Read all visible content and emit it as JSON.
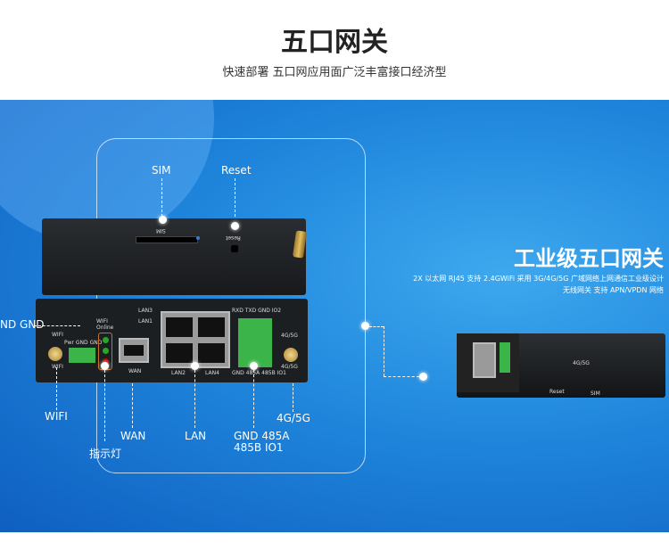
{
  "header": {
    "title": "五口网关",
    "subtitle": "快速部署 五口网应用面广泛丰富接口经济型"
  },
  "callouts": {
    "sim": "SIM",
    "reset": "Reset",
    "gnd": "ND GND",
    "wifi": "WIFI",
    "indicator": "指示灯",
    "wan": "WAN",
    "lan": "LAN",
    "io_line1": "GND 485A",
    "io_line2": "485B IO1",
    "cellular": "4G/5G"
  },
  "device_labels": {
    "sim": "SIM",
    "reset": "Reset",
    "lan3": "LAN3",
    "lan1": "LAN1",
    "lan2": "LAN2",
    "lan4": "LAN4",
    "wan": "WAN",
    "wifi_top": "WIFI",
    "wifi_bottom": "WIFI",
    "power_pins": "Pwr GND GND",
    "led_labels": "WIFI Online",
    "io_top": "RXD TXD GND IO2",
    "io_bottom": "GND 485A 485B IO1",
    "ant_top": "4G/5G",
    "ant_bottom": "4G/5G"
  },
  "feature": {
    "title": "工业级五口网关",
    "desc_line1": "2X 以太网 RJ45 支持 2.4GWiFi 采用 3G/4G/5G 广域网络上网通信工业级设计",
    "desc_line2": "无线网关 支持 APN/VPDN 网络"
  },
  "device2_labels": {
    "reset": "Reset",
    "sim": "SIM",
    "ant": "4G/5G"
  }
}
